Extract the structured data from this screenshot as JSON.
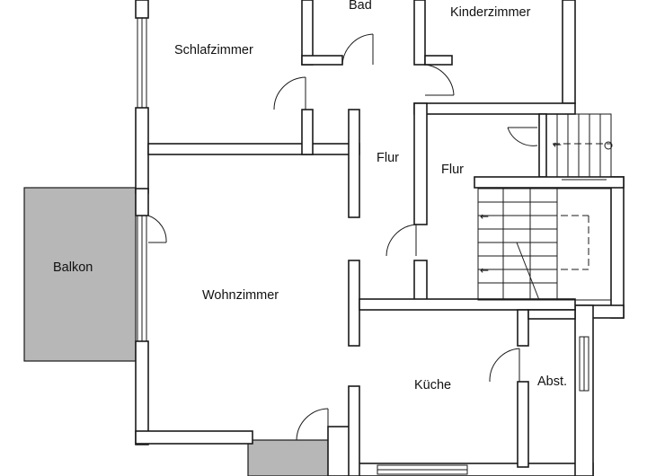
{
  "rooms": {
    "bad": "Bad",
    "kinderzimmer": "Kinderzimmer",
    "schlafzimmer": "Schlafzimmer",
    "flur_1": "Flur",
    "flur_2": "Flur",
    "balkon": "Balkon",
    "wohnzimmer": "Wohnzimmer",
    "kueche": "Küche",
    "abstellraum": "Abst."
  },
  "icons": {
    "door": "door-swing-icon",
    "window": "window-icon",
    "stair_arrow": "arrow-left-icon"
  },
  "colors": {
    "walls": "#1a1a1a",
    "balcony": "#b7b7b7",
    "background": "#ffffff"
  }
}
